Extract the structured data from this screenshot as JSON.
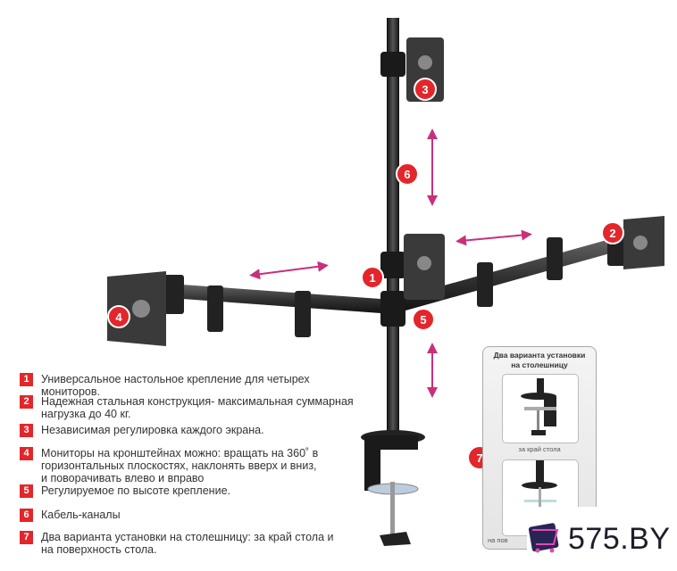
{
  "colors": {
    "accent": "#e2262b",
    "arrow": "#c9307a",
    "metal": "#2a2a2a"
  },
  "callouts": [
    "1",
    "2",
    "3",
    "4",
    "5",
    "6",
    "7"
  ],
  "features": [
    {
      "num": "1",
      "text": "Универсальное настольное крепление для четырех мониторов."
    },
    {
      "num": "2",
      "text": "Надежная стальная конструкция- максимальная суммарная\nнагрузка  до 40 кг."
    },
    {
      "num": "3",
      "text": "Независимая регулировка каждого экрана."
    },
    {
      "num": "4",
      "text": "Мониторы на кронштейнах можно: вращать на 360˚ в\nгоризонтальных плоскостях, наклонять вверх и вниз,\nи поворачивать влево и вправо"
    },
    {
      "num": "5",
      "text": "Регулируемое по высоте крепление."
    },
    {
      "num": "6",
      "text": "Кабель-каналы"
    },
    {
      "num": "7",
      "text": "Два варианта установки на столешницу: за край стола и\nна поверхность стола."
    }
  ],
  "inset": {
    "title": "Два варианта установки\nна столешницу",
    "option1": "за край стола",
    "option2": "на пов"
  },
  "logo": {
    "text": "575.BY",
    "icon": "cart-logo-icon"
  }
}
